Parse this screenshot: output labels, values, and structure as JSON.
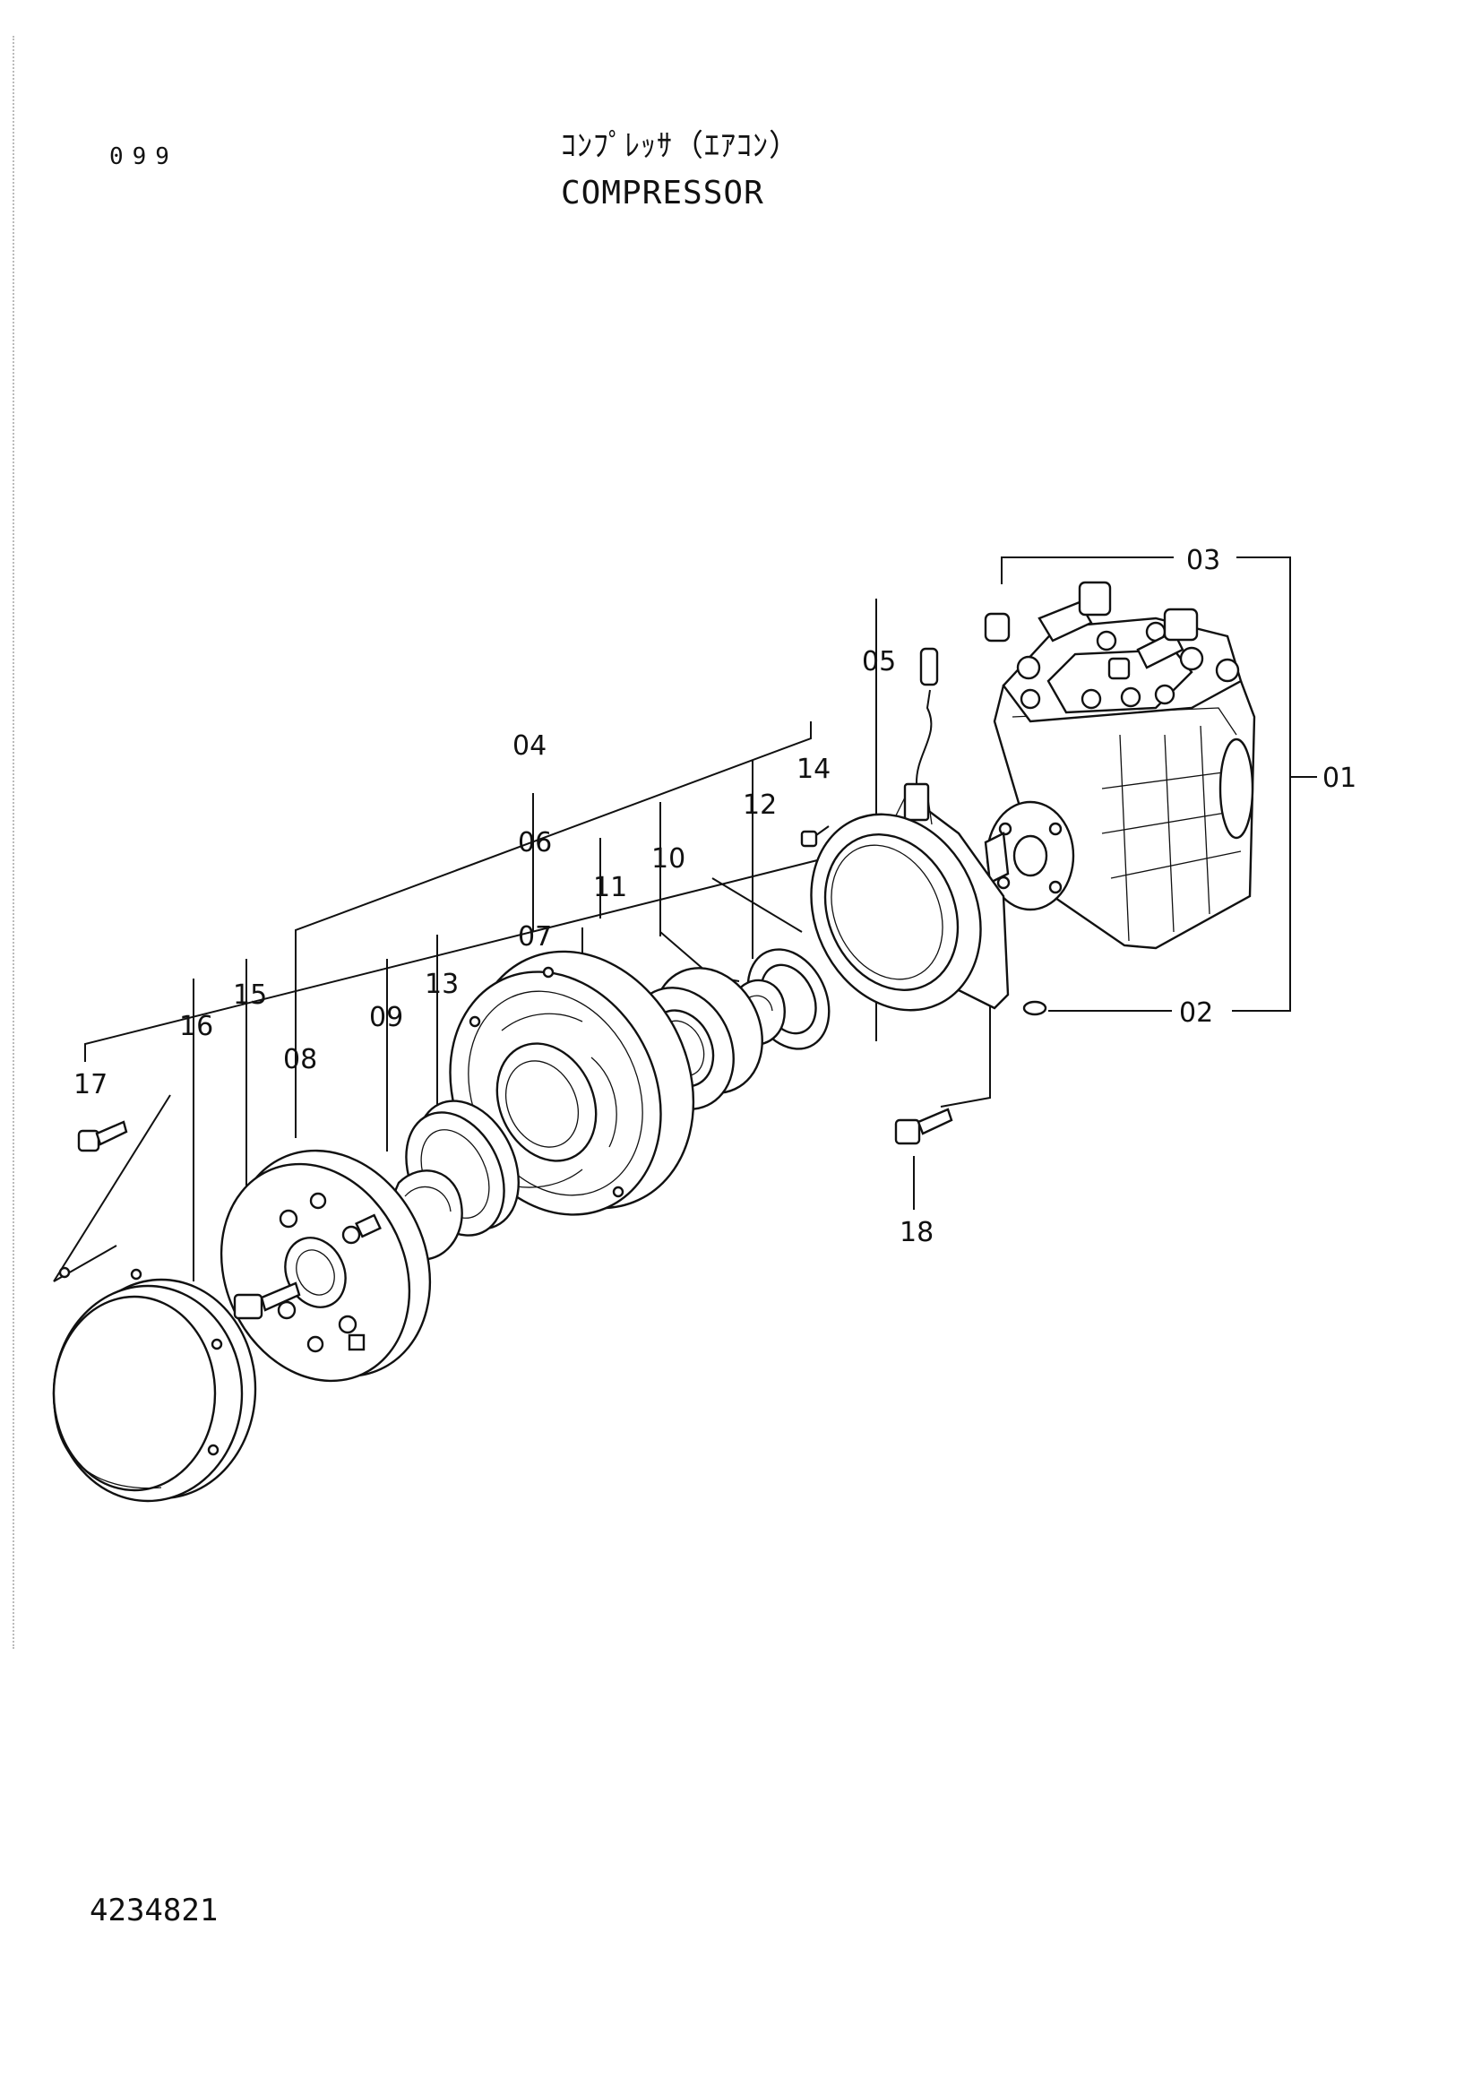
{
  "header": {
    "page_number": "099",
    "title_jp": "ｺﾝﾌﾟﾚｯｻ（ｴｱｺﾝ）",
    "title_en": "COMPRESSOR"
  },
  "footer": {
    "document_code": "4234821"
  },
  "callouts": {
    "c01": "01",
    "c02": "02",
    "c03": "03",
    "c04": "04",
    "c05": "05",
    "c06": "06",
    "c07": "07",
    "c08": "08",
    "c09": "09",
    "c10": "10",
    "c11": "11",
    "c12": "12",
    "c13": "13",
    "c14": "14",
    "c15": "15",
    "c16": "16",
    "c17": "17",
    "c18": "18"
  }
}
